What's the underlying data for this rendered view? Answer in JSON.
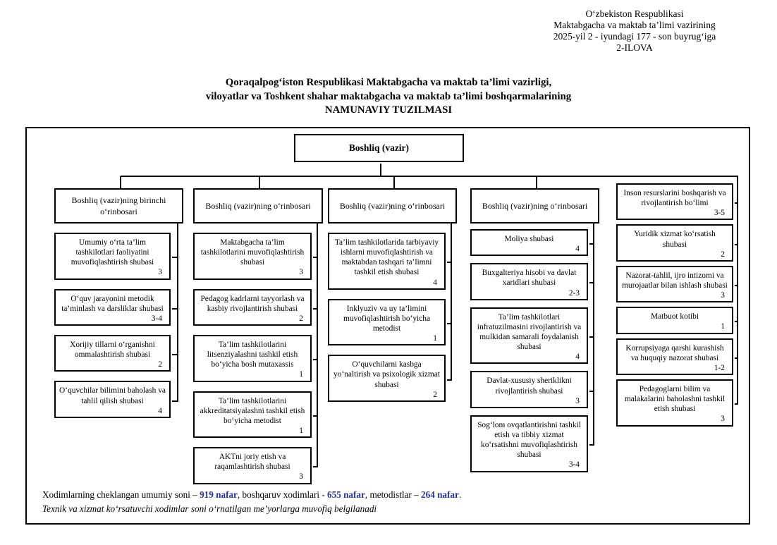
{
  "doc_header": {
    "lines": [
      "O‘zbekiston Respublikasi",
      "Maktabgacha va maktab ta’limi vazirining",
      "2025-yil 2 - iyundagi 177 - son buyrug‘iga",
      "2-ILOVA"
    ]
  },
  "title": {
    "lines": [
      "Qoraqalpog‘iston Respublikasi Maktabgacha va maktab ta’limi vazirligi,",
      "viloyatlar va Toshkent shahar  maktabgacha va maktab ta’limi boshqarmalarining",
      "NAMUNAVIY TUZILMASI"
    ]
  },
  "chart": {
    "root": "Boshliq (vazir)",
    "columns": [
      {
        "header": "Boshliq (vazir)ning birinchi o‘rinbosari",
        "boxes": [
          {
            "text": "Umumiy o‘rta ta’lim tashkilotlari faoliyatini muvofiqlashtirish shubasi",
            "count": "3"
          },
          {
            "text": "O‘quv jarayonini metodik ta’minlash va darsliklar shubasi",
            "count": "3-4"
          },
          {
            "text": "Xorijiy tillarni o‘rganishni ommalashtirish shubasi",
            "count": "2"
          },
          {
            "text": "O‘quvchilar bilimini baholash va tahlil qilish shubasi",
            "count": "4"
          }
        ]
      },
      {
        "header": "Boshliq (vazir)ning o‘rinbosari",
        "boxes": [
          {
            "text": "Maktabgacha ta’lim tashkilotlarini muvofiqlashtirish shubasi",
            "count": "3"
          },
          {
            "text": "Pedagog kadrlarni tayyorlash va kasbiy rivojlantirish shubasi",
            "count": "2"
          },
          {
            "text": "Ta’lim tashkilotlarini litsenziyalashni tashkil etish bo‘yicha bosh mutaxassis",
            "count": "1"
          },
          {
            "text": "Ta’lim tashkilotlarini akkreditatsiyalashni tashkil etish bo‘yicha metodist",
            "count": "1"
          },
          {
            "text": "AKTni joriy etish va raqamlashtirish shubasi",
            "count": "3"
          }
        ]
      },
      {
        "header": "Boshliq (vazir)ning o‘rinbosari",
        "boxes": [
          {
            "text": "Ta’lim tashkilotlarida tarbiyaviy ishlarni muvofiqlashtirish va maktabdan tashqari ta’limni tashkil etish shubasi",
            "count": "4"
          },
          {
            "text": "Inklyuziv va uy ta’limini muvofiqlashtirish bo‘yicha metodist",
            "count": "1"
          },
          {
            "text": "O‘quvchilarni kasbga yo‘naltirish va psixologik xizmat shubasi",
            "count": "2"
          }
        ]
      },
      {
        "header": "Boshliq (vazir)ning o‘rinbosari",
        "boxes": [
          {
            "text": "Moliya shubasi",
            "count": "4"
          },
          {
            "text": "Buxgalteriya hisobi va davlat xaridlari shubasi",
            "count": "2-3"
          },
          {
            "text": "Ta’lim tashkilotlari infratuzilmasini rivojlantirish va mulkidan samarali foydalanish shubasi",
            "count": "4"
          },
          {
            "text": "Davlat-xususiy sheriklikni rivojlantirish shubasi",
            "count": "3"
          },
          {
            "text": "Sog‘lom ovqatlantirishni tashkil etish va tibbiy xizmat ko‘rsatishni muvofiqlashtirish shubasi",
            "count": "3-4"
          }
        ]
      },
      {
        "header": null,
        "boxes": [
          {
            "text": "Inson resurslarini boshqarish va rivojlantirish bo‘limi",
            "count": "3-5"
          },
          {
            "text": "Yuridik xizmat ko‘rsatish shubasi",
            "count": "2"
          },
          {
            "text": "Nazorat-tahlil, ijro intizomi va murojaatlar bilan ishlash shubasi",
            "count": "3"
          },
          {
            "text": "Matbuot kotibi",
            "count": "1"
          },
          {
            "text": "Korrupsiyaga qarshi kurashish va huquqiy nazorat shubasi",
            "count": "1-2"
          },
          {
            "text": "Pedagoglarni bilim va malakalarini baholashni tashkil etish shubasi",
            "count": "3"
          }
        ]
      }
    ]
  },
  "footnote": {
    "s1": "Xodimlarning cheklangan umumiy soni – ",
    "n1": "919 nafar",
    "s2": ", boshqaruv xodimlari - ",
    "n2": "655 nafar",
    "s3": ", metodistlar – ",
    "n3": "264 nafar",
    "s4": ".",
    "italic_line": "Texnik va xizmat ko‘rsatuvchi xodimlar soni o‘rnatilgan me’yorlarga muvofiq belgilanadi"
  },
  "colors": {
    "accent_blue": "#2433a2",
    "line_black": "#000000"
  }
}
